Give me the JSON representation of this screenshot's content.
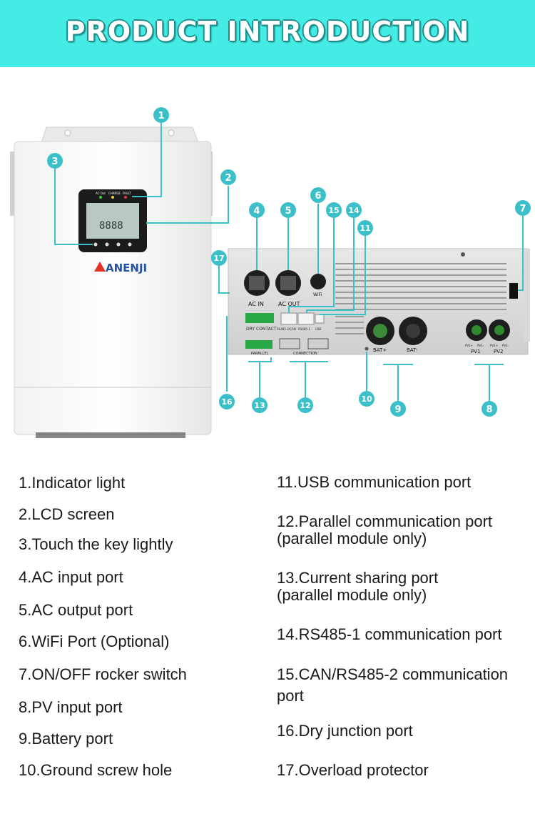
{
  "header": {
    "title": "PRODUCT INTRODUCTION"
  },
  "device": {
    "brand": "ANENJI",
    "led_labels": [
      "AC Out",
      "CHARGE",
      "FAULT"
    ],
    "panel_labels": {
      "ac_in": "AC IN",
      "ac_out": "AC OUT",
      "wifi": "WiFi",
      "dry_contact": "DRY CONTACT",
      "rs485_can": "RS485-2/CAN",
      "rs485_1": "RS485-1",
      "usb": "USB",
      "parallel": "PARALLEL",
      "connection": "CONNECTION",
      "bat_plus": "BAT+",
      "bat_minus": "BAT-",
      "pv1_plus": "PV1+",
      "pv1_minus": "PV1-",
      "pv2_plus": "PV2+",
      "pv2_minus": "PV2-",
      "pv1": "PV1",
      "pv2": "PV2"
    },
    "lcd_digits": "8888"
  },
  "callouts": [
    "1",
    "2",
    "3",
    "4",
    "5",
    "6",
    "7",
    "8",
    "9",
    "10",
    "11",
    "12",
    "13",
    "14",
    "15",
    "16",
    "17"
  ],
  "legend": {
    "left": [
      "1.Indicator light",
      "2.LCD screen",
      "3.Touch the key lightly",
      "4.AC input port",
      "5.AC output port",
      "6.WiFi Port (Optional)",
      "7.ON/OFF rocker switch",
      "8.PV input port",
      "9.Battery port",
      "10.Ground screw hole"
    ],
    "right": [
      "11.USB communication port",
      "12.Parallel communication port\n(parallel module only)",
      "13.Current sharing port\n(parallel module only)",
      "14.RS485-1 communication port",
      "15.CAN/RS485-2 communication\nport",
      "16.Dry junction port",
      "17.Overload protector"
    ]
  },
  "colors": {
    "banner": "#45ece6",
    "callout": "#3bbfc9",
    "text": "#1a1a1a"
  }
}
